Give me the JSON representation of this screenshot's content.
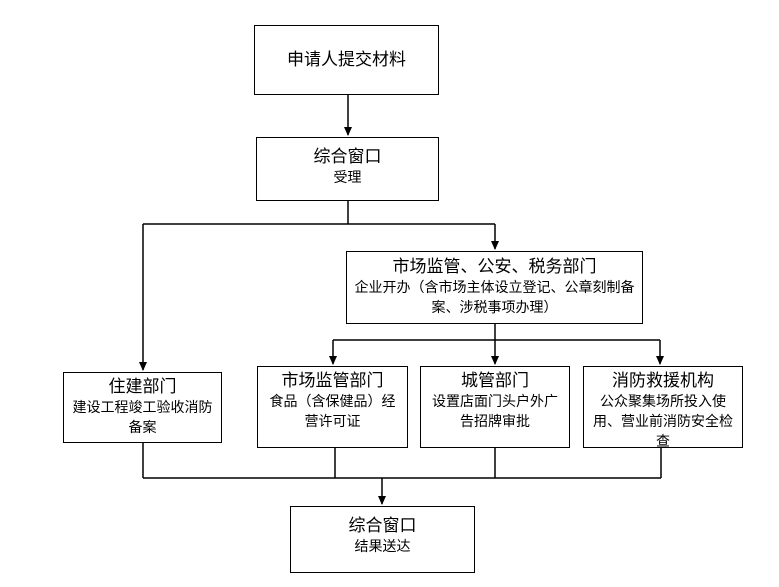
{
  "nodes": {
    "applicant": {
      "title": "申请人提交材料"
    },
    "window_accept": {
      "title": "综合窗口",
      "sub": "受理"
    },
    "market_public_tax": {
      "title": "市场监管、公安、税务部门",
      "sub": "企业开办（含市场主体设立登记、公章刻制备案、涉税事项办理）"
    },
    "housing": {
      "title": "住建部门",
      "sub": "建设工程竣工验收消防备案"
    },
    "market_supervision": {
      "title": "市场监管部门",
      "sub": "食品（含保健品）经营许可证"
    },
    "urban_management": {
      "title": "城管部门",
      "sub": "设置店面门头户外广告招牌审批"
    },
    "fire_rescue": {
      "title": "消防救援机构",
      "sub": "公众聚集场所投入使用、营业前消防安全检查"
    },
    "window_deliver": {
      "title": "综合窗口",
      "sub": "结果送达"
    }
  }
}
